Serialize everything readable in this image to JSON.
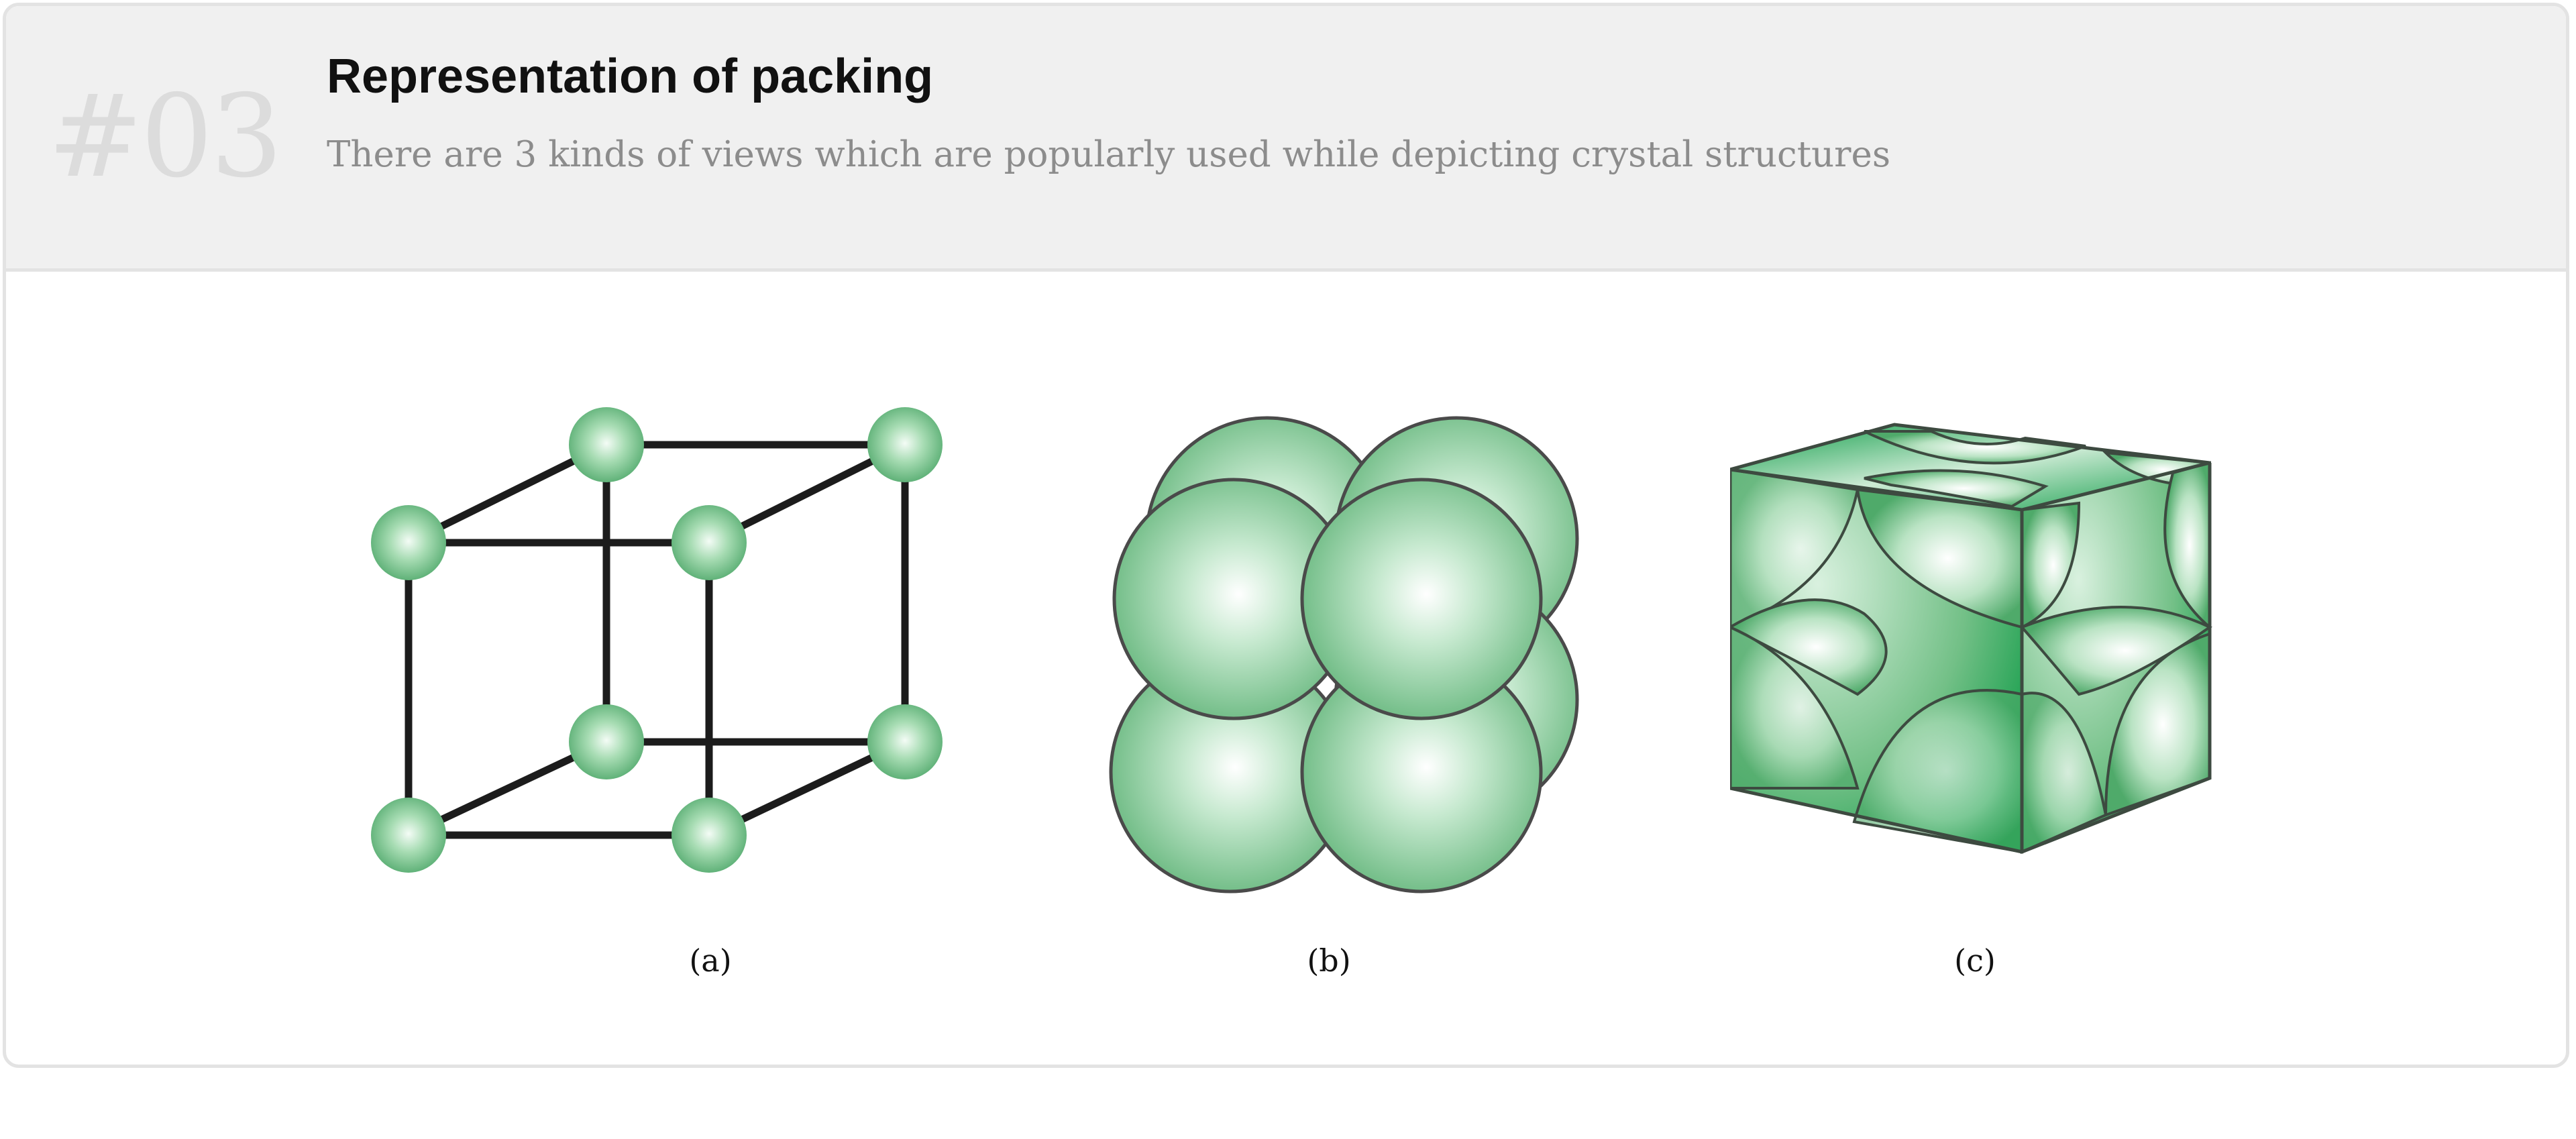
{
  "header": {
    "step_number": "#03",
    "title": "Representation of packing",
    "subtitle": "There are 3 kinds of views which are popularly used while depicting crystal structures"
  },
  "figures": [
    {
      "caption": "(a)"
    },
    {
      "caption": "(b)"
    },
    {
      "caption": "(c)"
    }
  ],
  "colors": {
    "atom_light": "#f2fbf4",
    "atom_mid": "#8fd0a0",
    "atom_dark": "#4aa36a",
    "cube_green": "#0c9a45",
    "bond": "#1c1c1c",
    "outline": "#4a4a4a"
  }
}
